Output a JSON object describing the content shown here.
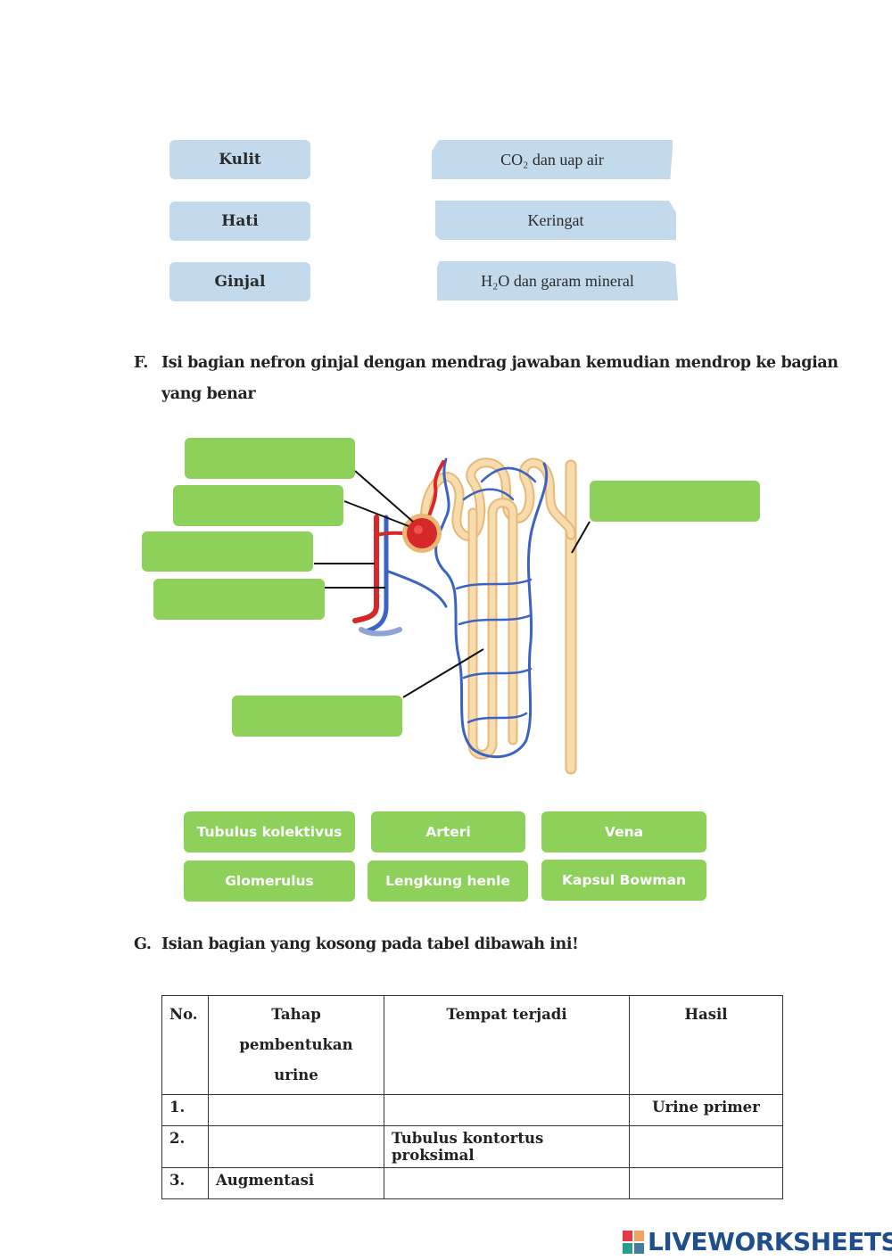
{
  "matching": {
    "left": [
      "Kulit",
      "Hati",
      "Ginjal"
    ],
    "right": [
      "CO₂ dan uap air",
      "Keringat",
      "H₂O dan garam mineral"
    ]
  },
  "section_f": {
    "letter": "F.",
    "question_line1": "Isi bagian nefron ginjal dengan mendrag jawaban kemudian mendrop ke bagian",
    "question_line2": "yang benar",
    "answers": [
      "Tubulus kolektivus",
      "Arteri",
      "Vena",
      "Glomerulus",
      "Lengkung henle",
      "Kapsul Bowman"
    ]
  },
  "section_g": {
    "letter": "G.",
    "question": "Isian bagian yang kosong pada tabel dibawah ini!",
    "table": {
      "headers": [
        "No.",
        "Tahap pembentukan urine",
        "Tempat terjadi",
        "Hasil"
      ],
      "rows": [
        [
          "1.",
          "",
          "",
          "Urine primer"
        ],
        [
          "2.",
          "",
          "Tubulus kontortus proksimal",
          ""
        ],
        [
          "3.",
          "Augmentasi",
          "",
          ""
        ]
      ]
    }
  },
  "footer": {
    "logo_text": "LIVEWORKSHEETS"
  },
  "colors": {
    "match_box": "#c3d9ec",
    "drop_zone": "#8dd15a",
    "artery": "#d62828",
    "vein": "#3b63c4",
    "tubule": "#f5d3a1"
  }
}
